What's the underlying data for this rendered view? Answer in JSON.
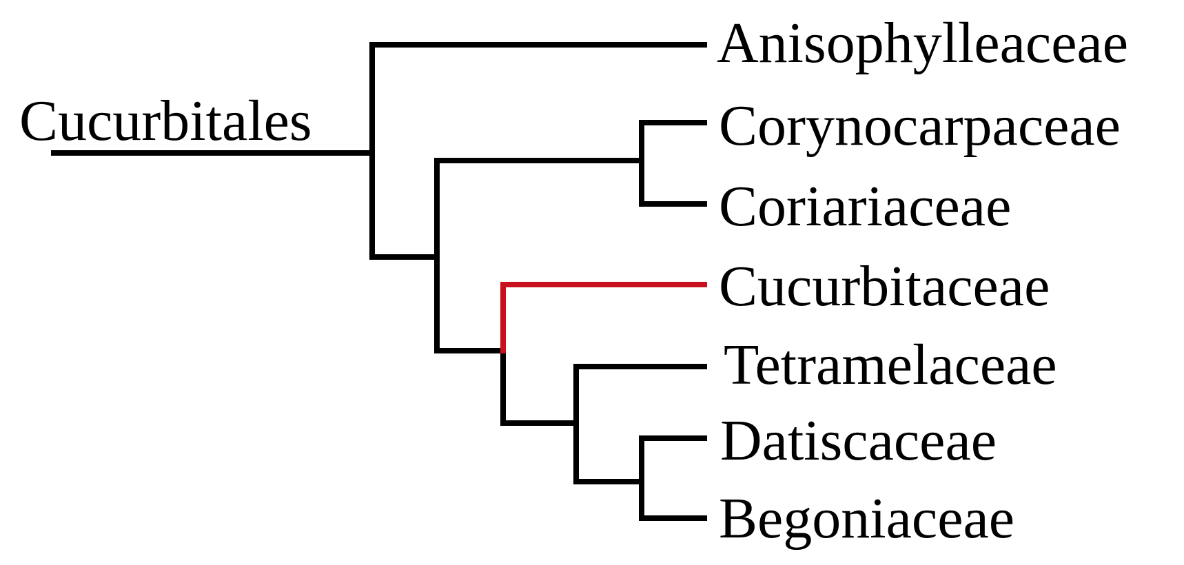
{
  "root_label": "Cucurbitales",
  "taxa": [
    "Anisophylleaceae",
    "Corynocarpaceae",
    "Coriariaceae",
    "Cucurbitaceae",
    "Tetramelaceae",
    "Datiscaceae",
    "Begoniaceae"
  ],
  "highlighted_taxon": "Cucurbitaceae",
  "colors": {
    "branch": "#000000",
    "highlight": "#c8101e"
  }
}
